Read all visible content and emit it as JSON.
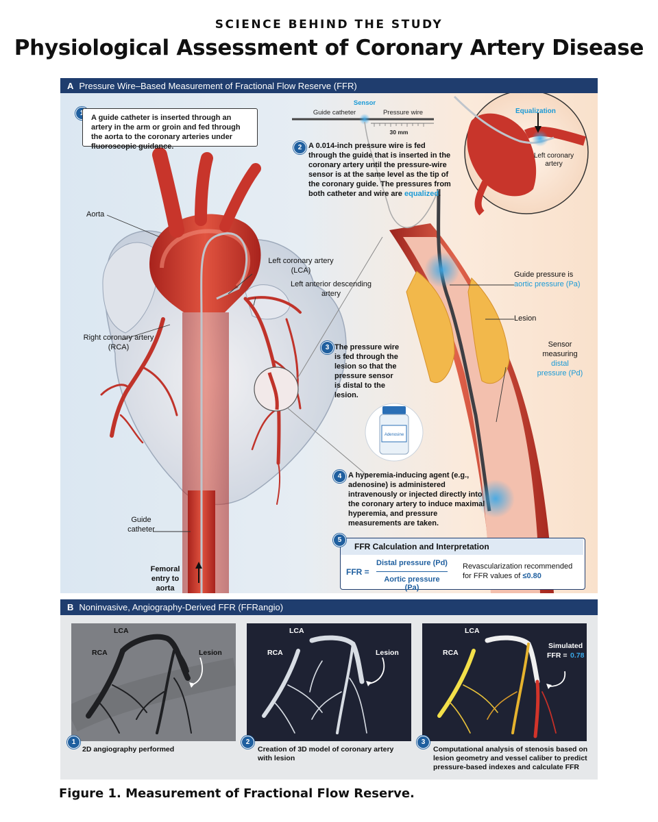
{
  "header": {
    "kicker": "SCIENCE BEHIND THE STUDY",
    "title": "Physiological Assessment of Coronary Artery Disease"
  },
  "panel_a": {
    "letter": "A",
    "title": "Pressure Wire–Based Measurement of Fractional Flow Reserve (FFR)",
    "step1": {
      "num": "1",
      "text": "A guide catheter is inserted through an artery in the arm or groin and fed through the aorta to the coronary arteries under fluoroscopic guidance."
    },
    "wire_diagram": {
      "guide_catheter": "Guide catheter",
      "sensor": "Sensor",
      "pressure_wire": "Pressure wire",
      "scale": "30 mm"
    },
    "step2": {
      "num": "2",
      "text": "A 0.014-inch pressure wire is fed through the guide that is inserted in the coronary artery until the pressure-wire sensor is at the same level as the tip of the coronary guide. The pressures from both catheter and wire are",
      "highlight": "equalized",
      "end": "."
    },
    "inset": {
      "equalization": "Equalization",
      "left_coronary": "Left coronary artery"
    },
    "labels": {
      "aorta": "Aorta",
      "lca": "Left coronary artery (LCA)",
      "lad": "Left anterior descending artery",
      "rca": "Right coronary artery (RCA)",
      "guide_catheter": "Guide catheter",
      "femoral": "Femoral entry to aorta"
    },
    "vessel_labels": {
      "guide_pressure": "Guide pressure is",
      "aortic_pressure": "aortic pressure (Pa)",
      "lesion": "Lesion",
      "sensor_measuring": "Sensor measuring",
      "distal_pressure": "distal pressure (Pd)"
    },
    "step3": {
      "num": "3",
      "text": "The pressure wire is fed through the lesion so that the pressure sensor is distal to the lesion."
    },
    "vial_label": "Adenosine",
    "step4": {
      "num": "4",
      "text": "A hyperemia-inducing agent (e.g., adenosine) is administered intravenously or injected directly into the coronary artery to induce maximal hyperemia, and pressure measurements are taken."
    },
    "step5": {
      "num": "5",
      "title": "FFR Calculation and Interpretation",
      "ffr": "FFR =",
      "numerator": "Distal pressure (Pd)",
      "denominator": "Aortic pressure (Pa)",
      "recommendation": "Revascularization recommended for FFR values of",
      "threshold": "≤0.80"
    }
  },
  "panel_b": {
    "letter": "B",
    "title": "Noninvasive, Angiography-Derived FFR (FFRangio)",
    "img1": {
      "lca": "LCA",
      "rca": "RCA",
      "lesion": "Lesion"
    },
    "img2": {
      "lca": "LCA",
      "rca": "RCA",
      "lesion": "Lesion"
    },
    "img3": {
      "lca": "LCA",
      "rca": "RCA",
      "simulated": "Simulated",
      "ffr_label": "FFR =",
      "ffr_value": "0.78"
    },
    "step1": {
      "num": "1",
      "text": "2D angiography performed"
    },
    "step2": {
      "num": "2",
      "text": "Creation of 3D model of coronary artery with lesion"
    },
    "step3": {
      "num": "3",
      "text": "Computational analysis of stenosis based on lesion geometry and vessel caliber to predict pressure-based indexes and calculate FFR"
    }
  },
  "caption": "Figure 1. Measurement of Fractional Flow Reserve.",
  "colors": {
    "header_bar": "#1f3d6e",
    "accent_blue": "#1a9ad6",
    "artery_red": "#c8352b",
    "plaque_yellow": "#f2b84b"
  }
}
